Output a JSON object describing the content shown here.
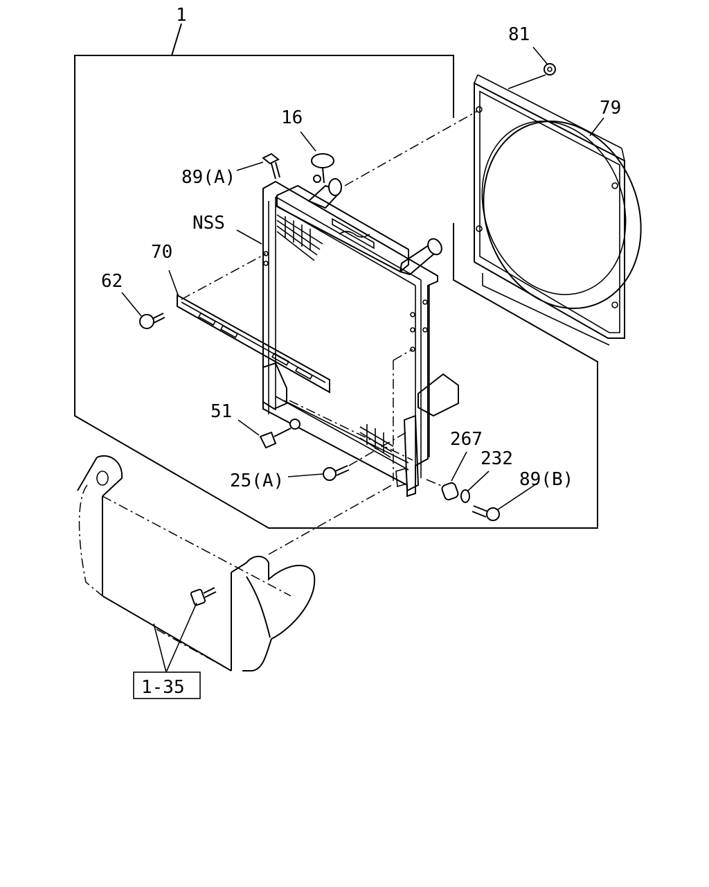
{
  "callouts": {
    "c1": "1",
    "c81": "81",
    "c79": "79",
    "c16": "16",
    "c89a": "89(A)",
    "cnss": "NSS",
    "c70": "70",
    "c62": "62",
    "c51": "51",
    "c267": "267",
    "c232": "232",
    "c89b": "89(B)",
    "c25a": "25(A)",
    "c135": "1-35"
  }
}
